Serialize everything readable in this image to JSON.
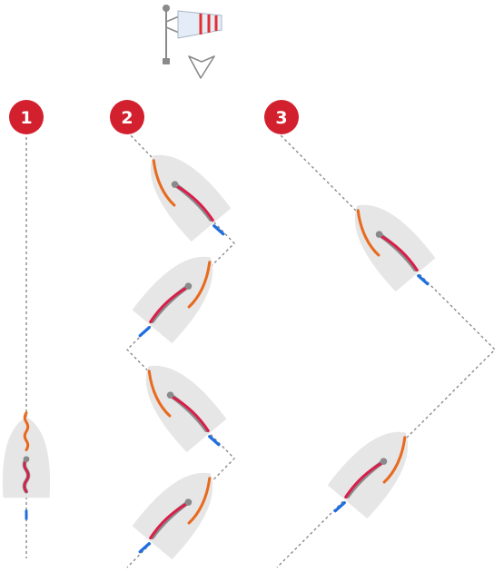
{
  "diagram": {
    "steps": [
      {
        "label": "1"
      },
      {
        "label": "2"
      },
      {
        "label": "3"
      }
    ],
    "colors": {
      "badge": "#d3202e",
      "course_line": "#8a8a8a",
      "hull": "#e6e6e6",
      "jib": "#e86a1f",
      "mainsail": "#d91e4a",
      "boom": "#8a8a8a",
      "rudder": "#1f6fe0",
      "windsock_stripe": "#e03030",
      "windsock_body": "#e4ecf7",
      "pole": "#8a8a8a"
    },
    "icons": [
      "windsock-icon",
      "wind-direction-arrow-icon"
    ]
  }
}
